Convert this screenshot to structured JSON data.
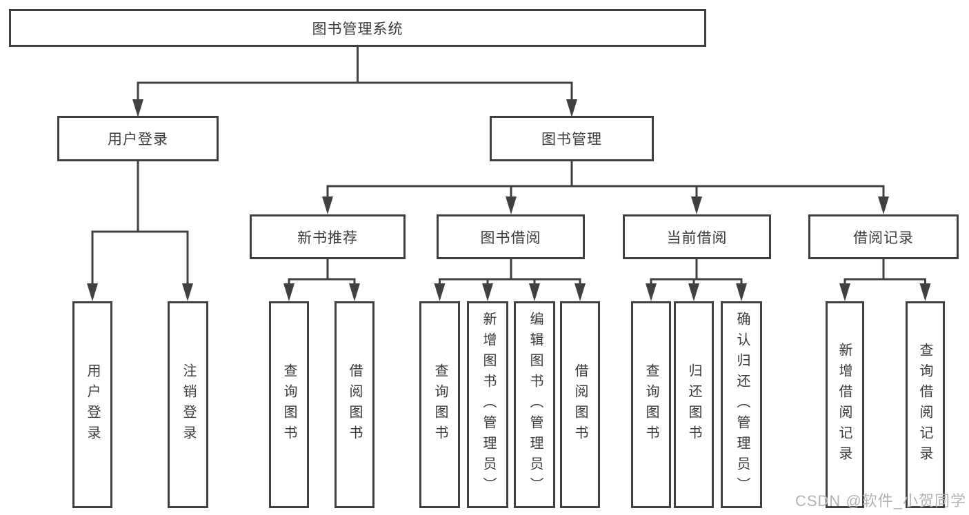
{
  "tree": {
    "label": "图书管理系统",
    "children": [
      {
        "label": "用户登录",
        "children": [
          {
            "label": "用户登录"
          },
          {
            "label": "注销登录"
          }
        ]
      },
      {
        "label": "图书管理",
        "children": [
          {
            "label": "新书推荐",
            "children": [
              {
                "label": "查询图书"
              },
              {
                "label": "借阅图书"
              }
            ]
          },
          {
            "label": "图书借阅",
            "children": [
              {
                "label": "查询图书"
              },
              {
                "label": "新增图书（管理员）"
              },
              {
                "label": "编辑图书（管理员）"
              },
              {
                "label": "借阅图书"
              }
            ]
          },
          {
            "label": "当前借阅",
            "children": [
              {
                "label": "查询图书"
              },
              {
                "label": "归还图书"
              },
              {
                "label": "确认归还（管理员）"
              }
            ]
          },
          {
            "label": "借阅记录",
            "children": [
              {
                "label": "新增借阅记录"
              },
              {
                "label": "查询借阅记录"
              }
            ]
          }
        ]
      }
    ]
  },
  "watermark": "CSDN @软件_小贺同学",
  "colors": {
    "line": "#404040",
    "border": "#404040",
    "text": "#3a3a3a",
    "watermark": "#b3b3b3",
    "background": "#ffffff"
  }
}
